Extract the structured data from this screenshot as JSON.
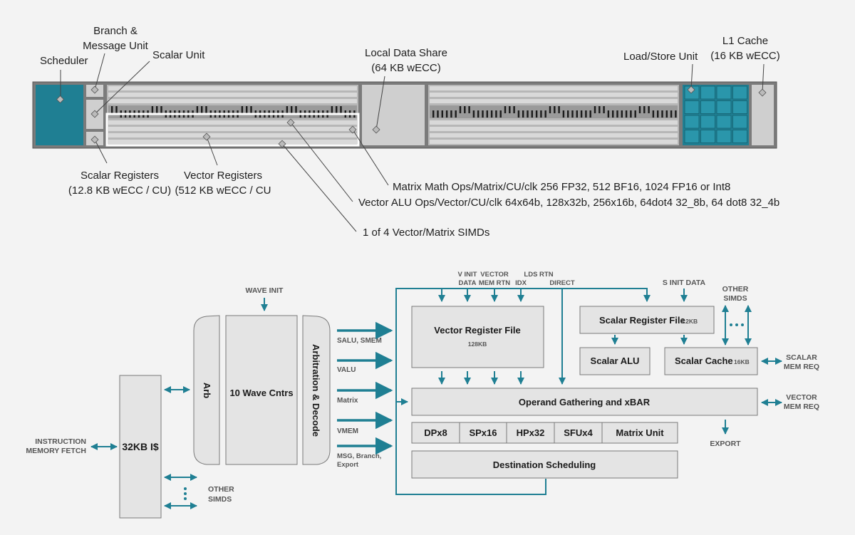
{
  "colors": {
    "teal": "#1f7f93",
    "box_fill": "#e4e4e4",
    "box_stroke": "#7a7a7a",
    "text": "#1e1e1e"
  },
  "top": {
    "labels": {
      "scheduler": "Scheduler",
      "branch_line1": "Branch &",
      "branch_line2": "Message Unit",
      "scalar_unit": "Scalar Unit",
      "lds_line1": "Local Data Share",
      "lds_line2": "(64 KB wECC)",
      "load_store": "Load/Store Unit",
      "l1_line1": "L1 Cache",
      "l1_line2": "(16 KB wECC)",
      "scalar_regs_line1": "Scalar Registers",
      "scalar_regs_line2": "(12.8 KB wECC / CU)",
      "vector_regs_line1": "Vector Registers",
      "vector_regs_line2": "(512 KB wECC / CU",
      "matrix_ops": "Matrix Math Ops/Matrix/CU/clk 256 FP32, 512 BF16, 1024 FP16 or Int8",
      "vector_ops": "Vector ALU Ops/Vector/CU/clk 64x64b, 128x32b, 256x16b, 64dot4 32_8b,  64 dot8 32_4b",
      "simd": "1 of 4 Vector/Matrix SIMDs"
    }
  },
  "bottom": {
    "wave_init": "WAVE INIT",
    "instr_line1": "INSTRUCTION",
    "instr_line2": "MEMORY FETCH",
    "icache": "32KB I$",
    "arb": "Arb",
    "wave_cntrs": "10 Wave Cntrs",
    "arb_decode": "Arbitration & Decode",
    "other_simds_line1": "OTHER",
    "other_simds_line2": "SIMDS",
    "arrows": {
      "salu": "SALU, SMEM",
      "valu": "VALU",
      "matrix": "Matrix",
      "vmem": "VMEM",
      "msg_line1": "MSG, Branch,",
      "msg_line2": "Export"
    },
    "top_inputs": {
      "vinit_line1": "V INIT",
      "vinit_line2": "DATA",
      "vecmem_line1": "VECTOR",
      "vecmem_line2": "MEM RTN",
      "idx": "IDX",
      "lds_rtn": "LDS RTN",
      "direct": "DIRECT",
      "sinit": "S INIT DATA",
      "other_line1": "OTHER",
      "other_line2": "SIMDS"
    },
    "vrf": "Vector Register File",
    "vrf_size": "128KB",
    "srf": "Scalar Register File",
    "srf_size": "3.2KB",
    "salu_box": "Scalar ALU",
    "scache": "Scalar Cache",
    "scache_size": "16KB",
    "scalar_mem_line1": "SCALAR",
    "scalar_mem_line2": "MEM REQ",
    "vector_mem_line1": "VECTOR",
    "vector_mem_line2": "MEM REQ",
    "operand": "Operand Gathering and xBAR",
    "units": [
      "DPx8",
      "SPx16",
      "HPx32",
      "SFUx4",
      "Matrix Unit"
    ],
    "export": "EXPORT",
    "dest": "Destination Scheduling"
  }
}
